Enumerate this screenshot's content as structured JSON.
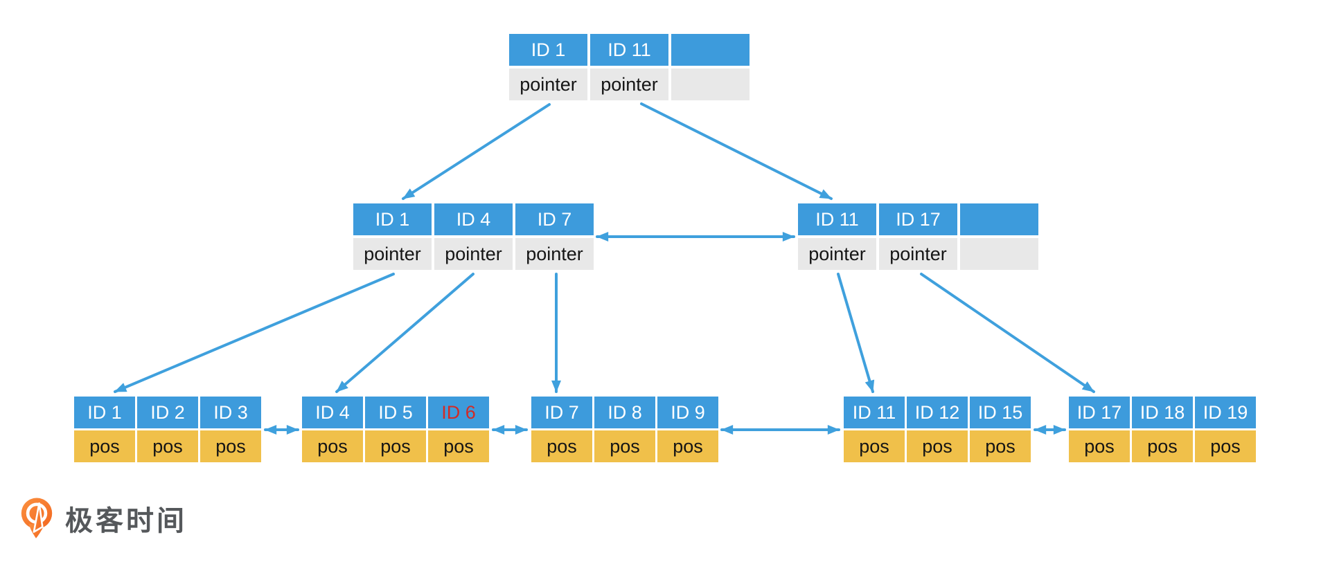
{
  "colors": {
    "node-blue": "#3D9BDC",
    "pointer-gray": "#E8E8E8",
    "pos-yellow": "#F0C04A",
    "highlight-red": "#D22B26",
    "arrow-blue": "#3FA0DD",
    "logo-orange": "#F2661F",
    "logo-orange-light": "#FB9140",
    "logo-text": "#55585B",
    "cell-text-dark": "#151515",
    "cell-text-light": "#FFFFFF"
  },
  "tree": {
    "root": {
      "keys": [
        "ID 1",
        "ID 11",
        ""
      ],
      "pointers": [
        "pointer",
        "pointer",
        ""
      ]
    },
    "internal": [
      {
        "keys": [
          "ID 1",
          "ID 4",
          "ID 7"
        ],
        "pointers": [
          "pointer",
          "pointer",
          "pointer"
        ]
      },
      {
        "keys": [
          "ID 11",
          "ID 17",
          ""
        ],
        "pointers": [
          "pointer",
          "pointer",
          ""
        ]
      }
    ],
    "leaves": [
      {
        "keys": [
          "ID 1",
          "ID 2",
          "ID 3"
        ],
        "values": [
          "pos",
          "pos",
          "pos"
        ],
        "highlighted_key": ""
      },
      {
        "keys": [
          "ID 4",
          "ID 5",
          "ID 6"
        ],
        "values": [
          "pos",
          "pos",
          "pos"
        ],
        "highlighted_key": "ID 6"
      },
      {
        "keys": [
          "ID 7",
          "ID 8",
          "ID 9"
        ],
        "values": [
          "pos",
          "pos",
          "pos"
        ],
        "highlighted_key": ""
      },
      {
        "keys": [
          "ID 11",
          "ID 12",
          "ID 15"
        ],
        "values": [
          "pos",
          "pos",
          "pos"
        ],
        "highlighted_key": ""
      },
      {
        "keys": [
          "ID 17",
          "ID 18",
          "ID 19"
        ],
        "values": [
          "pos",
          "pos",
          "pos"
        ],
        "highlighted_key": ""
      }
    ],
    "edges": [
      {
        "id": "root-internal-left",
        "type": "arrow"
      },
      {
        "id": "root-internal-right",
        "type": "arrow"
      },
      {
        "id": "internal-left-internal-right",
        "type": "double-arrow"
      },
      {
        "id": "internal-left-leaf1",
        "type": "arrow"
      },
      {
        "id": "internal-left-leaf2",
        "type": "arrow"
      },
      {
        "id": "internal-left-leaf3",
        "type": "arrow"
      },
      {
        "id": "internal-right-leaf4",
        "type": "arrow"
      },
      {
        "id": "internal-right-leaf5",
        "type": "arrow"
      },
      {
        "id": "leaf1-leaf2",
        "type": "double-arrow"
      },
      {
        "id": "leaf2-leaf3",
        "type": "double-arrow"
      },
      {
        "id": "leaf3-leaf4",
        "type": "double-arrow"
      },
      {
        "id": "leaf4-leaf5",
        "type": "double-arrow"
      }
    ]
  },
  "logo": {
    "brand": "极客时间"
  }
}
